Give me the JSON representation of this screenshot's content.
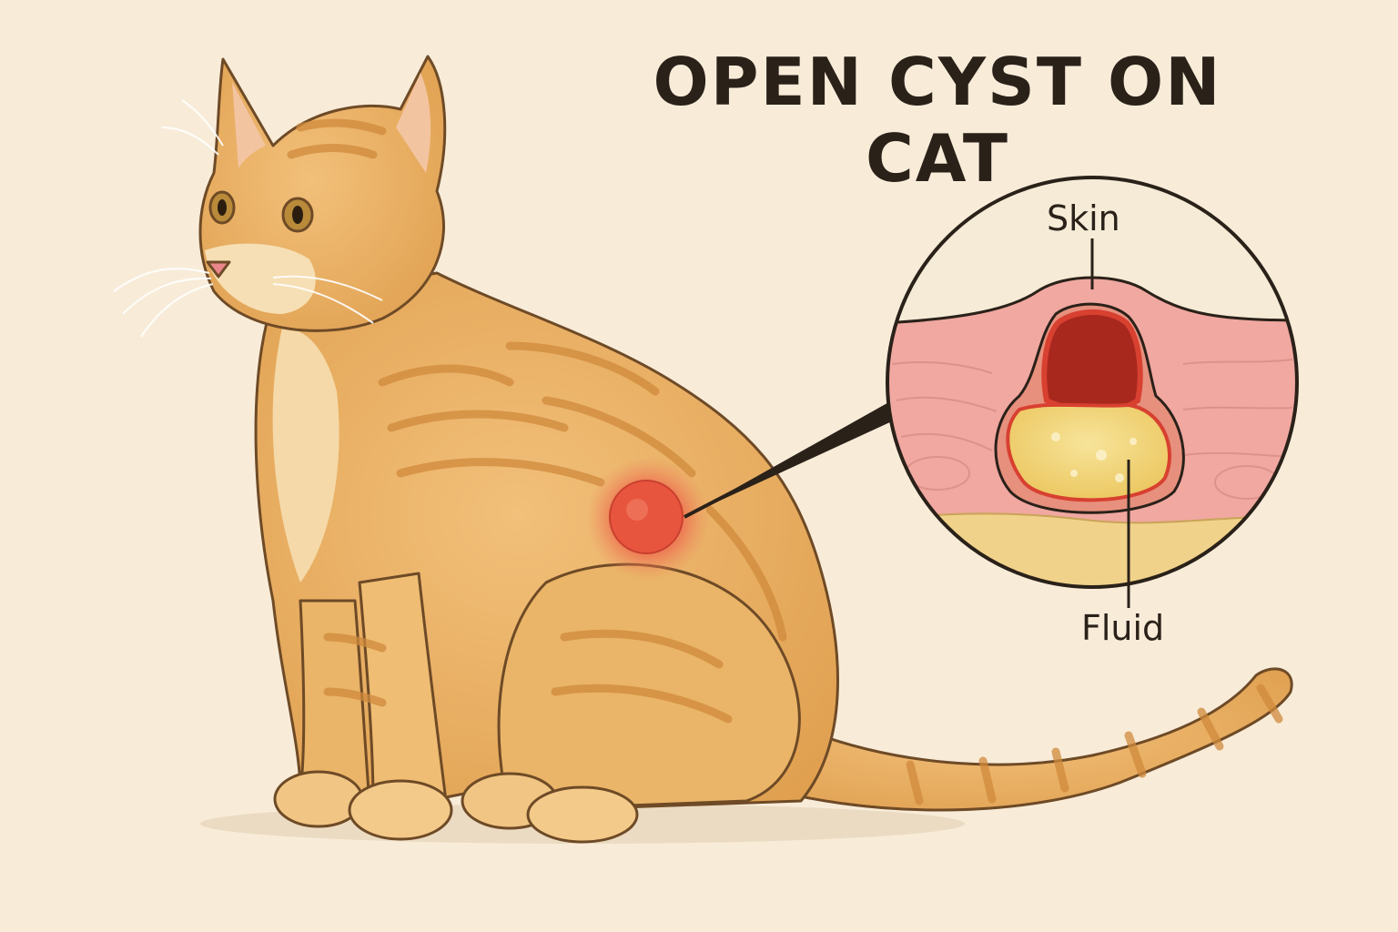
{
  "title": "OPEN CYST ON CAT",
  "labels": {
    "skin": "Skin",
    "fluid": "Fluid"
  },
  "colors": {
    "background": "#f8ecd9",
    "fur": "#e9b062",
    "stripes": "#d08a3c",
    "cyst": "#e8553e",
    "skin_layer": "#f0a8a0",
    "cyst_cavity": "#a8281e",
    "fluid": "#f3d77c",
    "fat_layer": "#f1d28a",
    "outline": "#2a2119"
  }
}
